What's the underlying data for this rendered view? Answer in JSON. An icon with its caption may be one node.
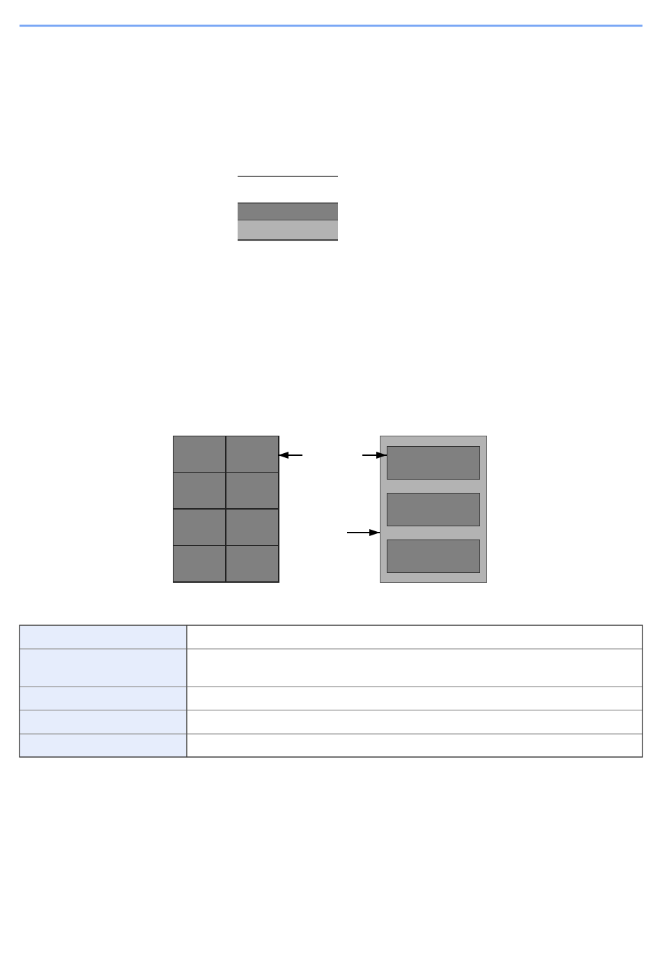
{
  "diagram": {
    "nodes": [
      {
        "text": [],
        "shape": "box"
      },
      {
        "text": [],
        "shape": "box",
        "in": 0
      },
      {
        "text": [],
        "shape": "box",
        "in": 0
      },
      {
        "text": [],
        "shape": "box",
        "in": 0
      },
      {
        "text": [],
        "shape": "box",
        "in": 0
      },
      {
        "text": [],
        "shape": "box",
        "in": 0
      },
      {
        "text": [],
        "shape": "box",
        "in": 0
      },
      {
        "text": [],
        "shape": "box",
        "in": 0
      },
      {
        "text": [],
        "shape": "box",
        "in": 0
      },
      {
        "text": [],
        "shape": "box"
      },
      {
        "text": [],
        "shape": "box",
        "in": 9
      },
      {
        "text": [],
        "shape": "box",
        "in": 9
      },
      {
        "text": [],
        "shape": "box",
        "in": 9
      }
    ],
    "edges": [
      {
        "from": null,
        "to": 2,
        "arrow": "to"
      },
      {
        "from": null,
        "to": 10,
        "arrow": "to"
      },
      {
        "from": null,
        "to": 9,
        "arrow": "to"
      }
    ]
  }
}
